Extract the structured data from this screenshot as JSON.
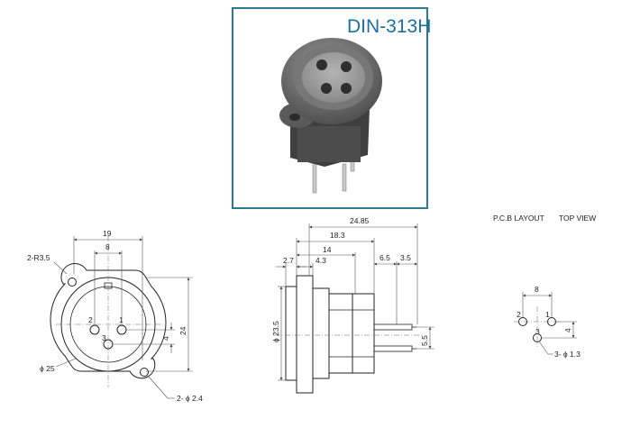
{
  "product": {
    "model": "DIN-313H"
  },
  "front_view": {
    "dims": {
      "width": "19",
      "pin_spacing": "8",
      "height": "24",
      "pin_offset": "4",
      "mount_radius": "2-R3.5",
      "body_diameter": "ϕ 25",
      "hole_dia": "2- ϕ 2.4"
    },
    "pins": [
      "1",
      "2",
      "3"
    ]
  },
  "side_view": {
    "dims": {
      "overall": "24.85",
      "body": "18.3",
      "depth": "14",
      "flange": "2.7",
      "flange_step": "4.3",
      "pin_len": "6.5",
      "pin_tip": "3.5",
      "diameter": "ϕ 23.5",
      "pin_pitch": "5.5"
    }
  },
  "pcb_layout": {
    "heading_left": "P.C.B LAYOUT",
    "heading_right": "TOP VIEW",
    "dims": {
      "spacing": "8",
      "offset": "4",
      "hole": "3- ϕ 1.3"
    },
    "pins": [
      "1",
      "2",
      "3"
    ]
  }
}
